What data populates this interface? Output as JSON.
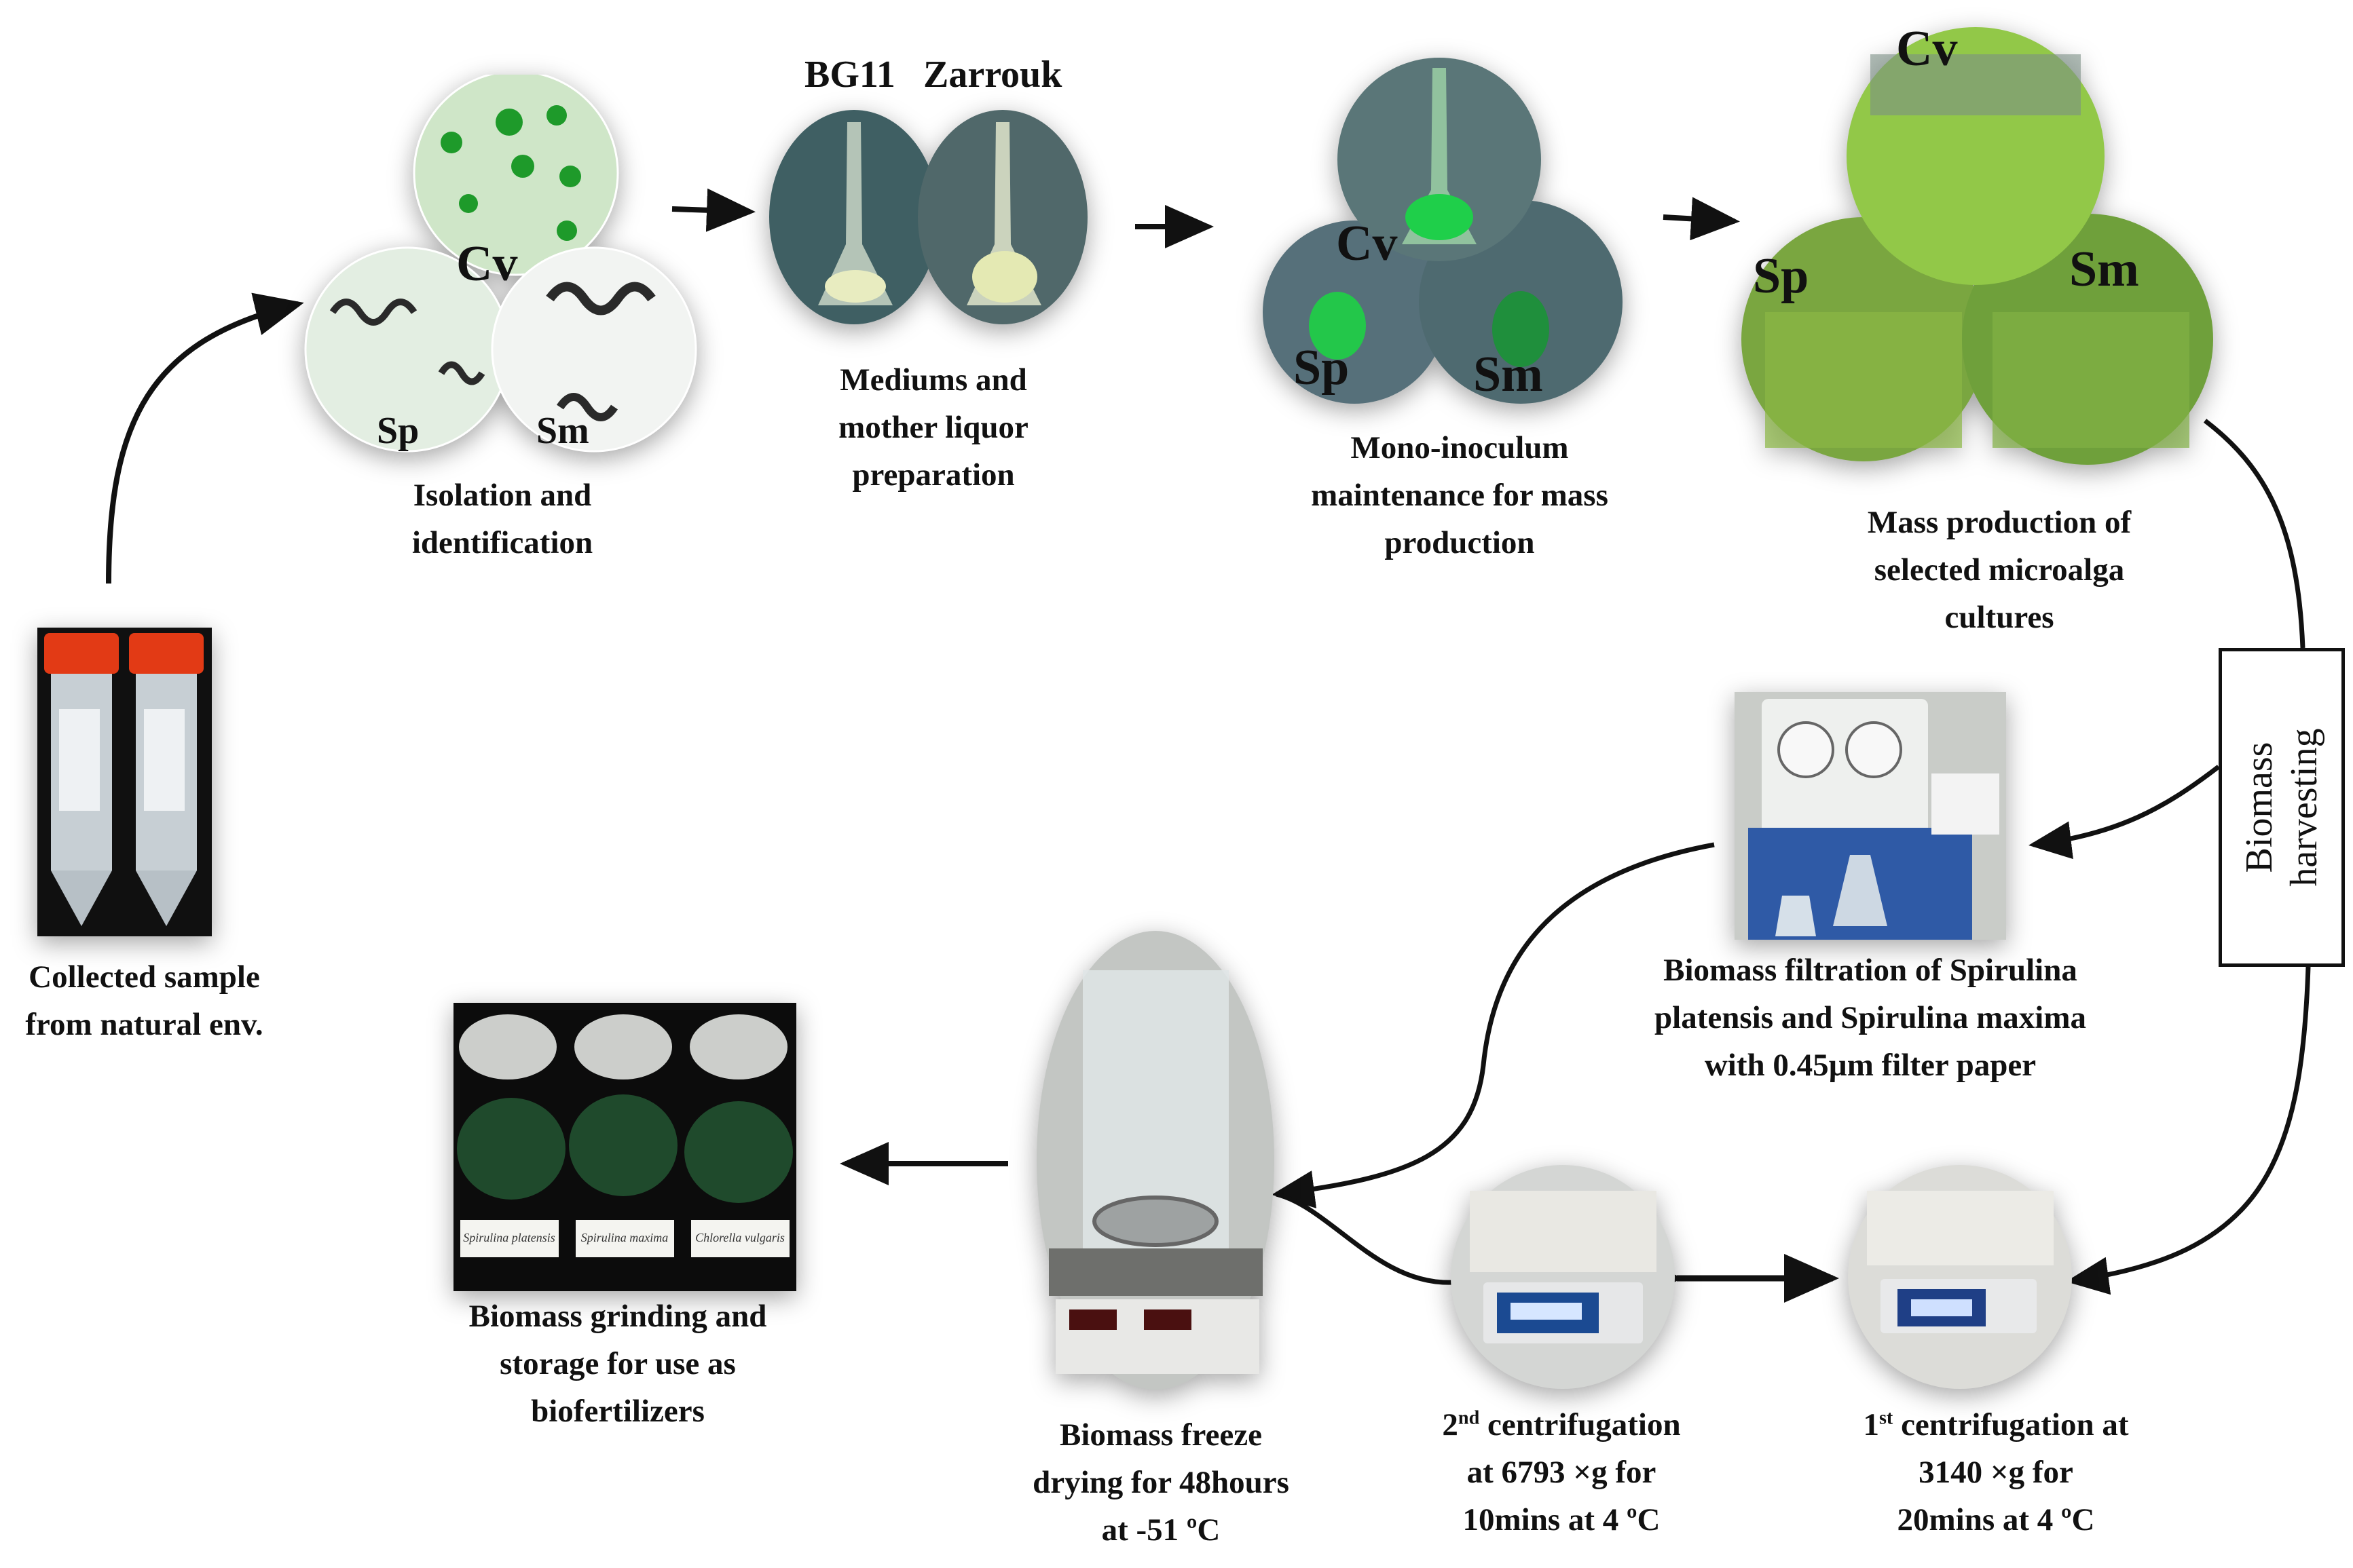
{
  "steps": {
    "collected": [
      "Collected sample",
      "from natural env."
    ],
    "isolation": [
      "Isolation and",
      "identification"
    ],
    "mediums": [
      "Mediums and",
      "mother liquor",
      "preparation"
    ],
    "mono": [
      "Mono-inoculum",
      "maintenance for mass",
      "production"
    ],
    "mass": [
      "Mass production of",
      "selected microalga",
      "cultures"
    ],
    "filtration": [
      "Biomass filtration of Spirulina",
      "platensis and Spirulina maxima",
      "with 0.45µm filter paper"
    ],
    "grinding": [
      "Biomass grinding and",
      "storage for use as",
      "biofertilizers"
    ],
    "freeze": [
      "Biomass freeze",
      "drying for 48hours",
      "at -51 ºC"
    ],
    "centrifuge2": {
      "ord": "2",
      "sup": "nd",
      "l1": " centrifugation",
      "l2": "at 6793 ×g  for",
      "l3": "10mins at 4 ºC"
    },
    "centrifuge1": {
      "ord": "1",
      "sup": "st",
      "l1": " centrifugation at",
      "l2": "3140 ×g  for",
      "l3": "20mins at 4 ºC"
    }
  },
  "harvesting": [
    "Biomass",
    "harvesting"
  ],
  "species": {
    "cv": "Cv",
    "sp": "Sp",
    "sm": "Sm"
  },
  "media": {
    "bg11": "BG11",
    "zarrouk": "Zarrouk"
  },
  "petri_labels": [
    "Spirulina platensis",
    "Spirulina maxima",
    "Chlorella vulgaris"
  ],
  "colors": {
    "arrow": "#111111",
    "algae_green": "#1e9a2a",
    "culture_green": "#8cc43a",
    "biomass_green": "#1f4a2c"
  }
}
